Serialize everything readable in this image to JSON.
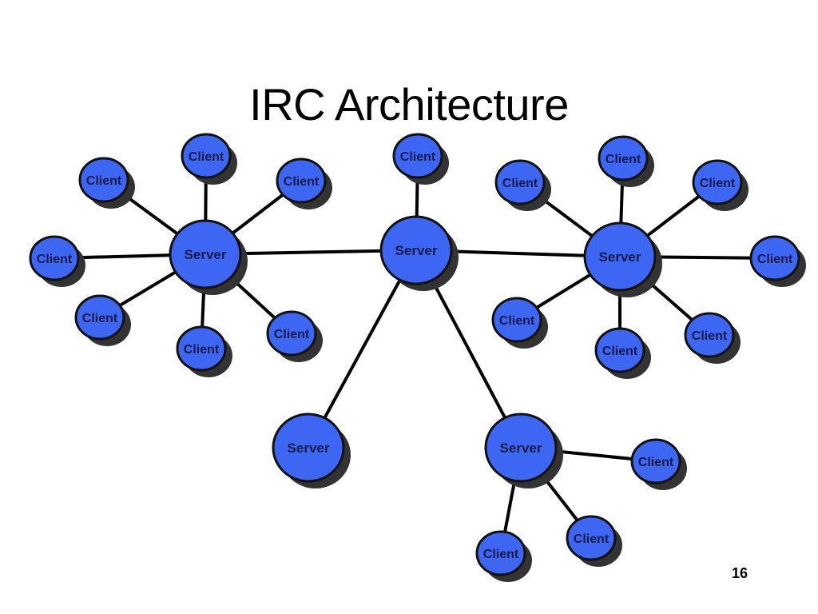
{
  "slide": {
    "title": "IRC Architecture",
    "page_number": "16"
  },
  "colors": {
    "node_fill": "#3d66f2",
    "node_stroke": "#111111",
    "node_shadow": "#333333",
    "label": "#1a1a4a",
    "edge": "#000000"
  },
  "labels": {
    "server": "Server",
    "client": "Client"
  },
  "diagram": {
    "servers": [
      {
        "id": "s-left"
      },
      {
        "id": "s-center"
      },
      {
        "id": "s-right"
      },
      {
        "id": "s-bottom-left"
      },
      {
        "id": "s-bottom-right"
      }
    ],
    "clients": [
      {
        "id": "c1"
      },
      {
        "id": "c2"
      },
      {
        "id": "c3"
      },
      {
        "id": "c4"
      },
      {
        "id": "c5"
      },
      {
        "id": "c6"
      },
      {
        "id": "c7"
      },
      {
        "id": "c8"
      },
      {
        "id": "c9"
      },
      {
        "id": "c10"
      },
      {
        "id": "c11"
      },
      {
        "id": "c12"
      },
      {
        "id": "c13"
      },
      {
        "id": "c14"
      },
      {
        "id": "c15"
      },
      {
        "id": "c16"
      },
      {
        "id": "c17"
      },
      {
        "id": "c18"
      }
    ],
    "edges": [
      [
        "s-center",
        "s-left"
      ],
      [
        "s-center",
        "s-right"
      ],
      [
        "s-center",
        "s-bottom-left"
      ],
      [
        "s-center",
        "s-bottom-right"
      ],
      [
        "s-center",
        "c8"
      ],
      [
        "s-left",
        "c1"
      ],
      [
        "s-left",
        "c2"
      ],
      [
        "s-left",
        "c3"
      ],
      [
        "s-left",
        "c4"
      ],
      [
        "s-left",
        "c5"
      ],
      [
        "s-left",
        "c6"
      ],
      [
        "s-left",
        "c7"
      ],
      [
        "s-right",
        "c9"
      ],
      [
        "s-right",
        "c10"
      ],
      [
        "s-right",
        "c11"
      ],
      [
        "s-right",
        "c12"
      ],
      [
        "s-right",
        "c13"
      ],
      [
        "s-right",
        "c14"
      ],
      [
        "s-right",
        "c15"
      ],
      [
        "s-bottom-right",
        "c16"
      ],
      [
        "s-bottom-right",
        "c17"
      ],
      [
        "s-bottom-right",
        "c18"
      ]
    ]
  }
}
